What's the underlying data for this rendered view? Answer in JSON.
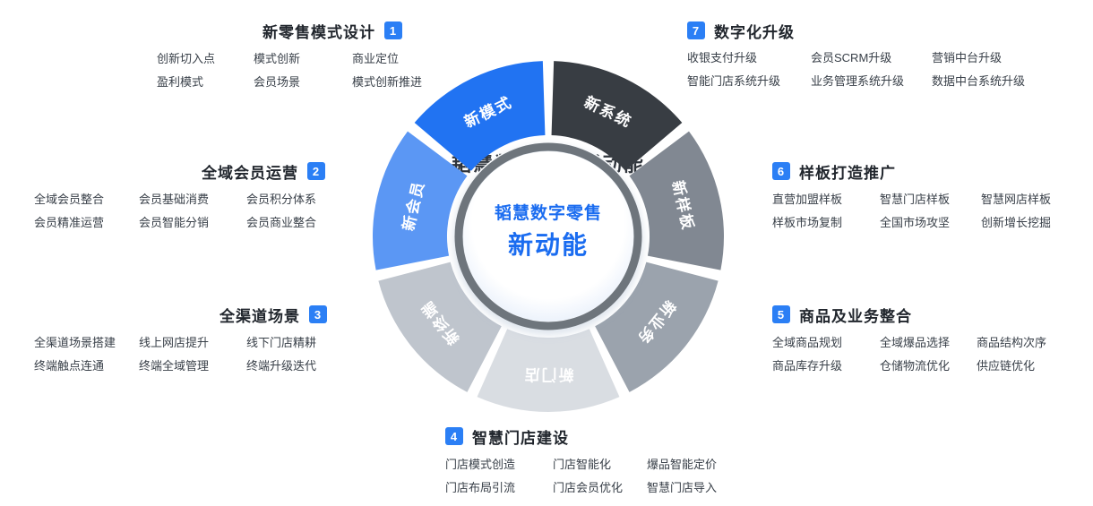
{
  "center": {
    "title_line1": "韬慧数字零售",
    "title_line2": "新动能",
    "echo_title": "韬慧数字零售新动能",
    "text_color": "#1a6cf0"
  },
  "colors": {
    "badge": "#2b7ff5",
    "ring": "#6e747b",
    "segment_label": "#ffffff"
  },
  "wheel": {
    "segments": [
      {
        "label": "新系统",
        "color": "#383d43"
      },
      {
        "label": "新样板",
        "color": "#818892"
      },
      {
        "label": "新业务",
        "color": "#9ba3ad"
      },
      {
        "label": "新门店",
        "color": "#d9dde2"
      },
      {
        "label": "新终端",
        "color": "#bfc5cd"
      },
      {
        "label": "新会员",
        "color": "#5b97f4"
      },
      {
        "label": "新模式",
        "color": "#2173f2"
      }
    ]
  },
  "groups": [
    {
      "num": "1",
      "title": "新零售模式设计",
      "items": [
        "创新切入点",
        "模式创新",
        "商业定位",
        "盈利模式",
        "会员场景",
        "模式创新推进"
      ]
    },
    {
      "num": "2",
      "title": "全域会员运营",
      "items": [
        "全域会员整合",
        "会员基础消费",
        "会员积分体系",
        "会员精准运营",
        "会员智能分销",
        "会员商业整合"
      ]
    },
    {
      "num": "3",
      "title": "全渠道场景",
      "items": [
        "全渠道场景搭建",
        "线上网店提升",
        "线下门店精耕",
        "终端触点连通",
        "终端全域管理",
        "终端升级迭代"
      ]
    },
    {
      "num": "4",
      "title": "智慧门店建设",
      "items": [
        "门店模式创造",
        "门店智能化",
        "爆品智能定价",
        "门店布局引流",
        "门店会员优化",
        "智慧门店导入"
      ]
    },
    {
      "num": "5",
      "title": "商品及业务整合",
      "items": [
        "全域商品规划",
        "全域爆品选择",
        "商品结构次序",
        "商品库存升级",
        "仓储物流优化",
        "供应链优化"
      ]
    },
    {
      "num": "6",
      "title": "样板打造推广",
      "items": [
        "直营加盟样板",
        "智慧门店样板",
        "智慧网店样板",
        "样板市场复制",
        "全国市场攻坚",
        "创新增长挖掘"
      ]
    },
    {
      "num": "7",
      "title": "数字化升级",
      "items": [
        "收银支付升级",
        "会员SCRM升级",
        "营销中台升级",
        "智能门店系统升级",
        "业务管理系统升级",
        "数据中台系统升级"
      ]
    }
  ]
}
